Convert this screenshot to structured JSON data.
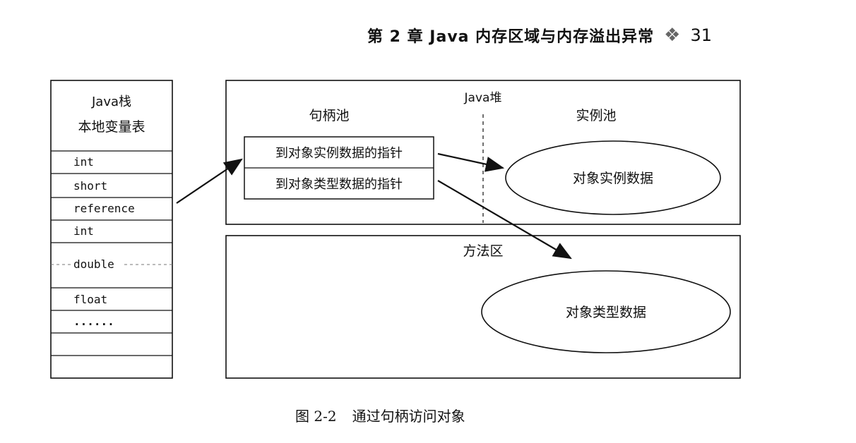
{
  "header": {
    "chapter_title": "第 2 章   Java 内存区域与内存溢出异常",
    "page_number": "31",
    "ornament_icon": "four-diamond-ornament"
  },
  "stack": {
    "title_line1": "Java栈",
    "title_line2": "本地变量表",
    "rows": [
      "int",
      "short",
      "reference",
      "int",
      "double",
      "float",
      "......",
      "",
      ""
    ]
  },
  "heap": {
    "title": "Java堆",
    "handle_pool": {
      "title": "句柄池",
      "items": [
        "到对象实例数据的指针",
        "到对象类型数据的指针"
      ]
    },
    "instance_pool": {
      "title": "实例池",
      "ellipse_label": "对象实例数据"
    }
  },
  "method_area": {
    "title": "方法区",
    "ellipse_label": "对象类型数据"
  },
  "caption": {
    "number": "图 2-2",
    "text": "通过句柄访问对象"
  }
}
